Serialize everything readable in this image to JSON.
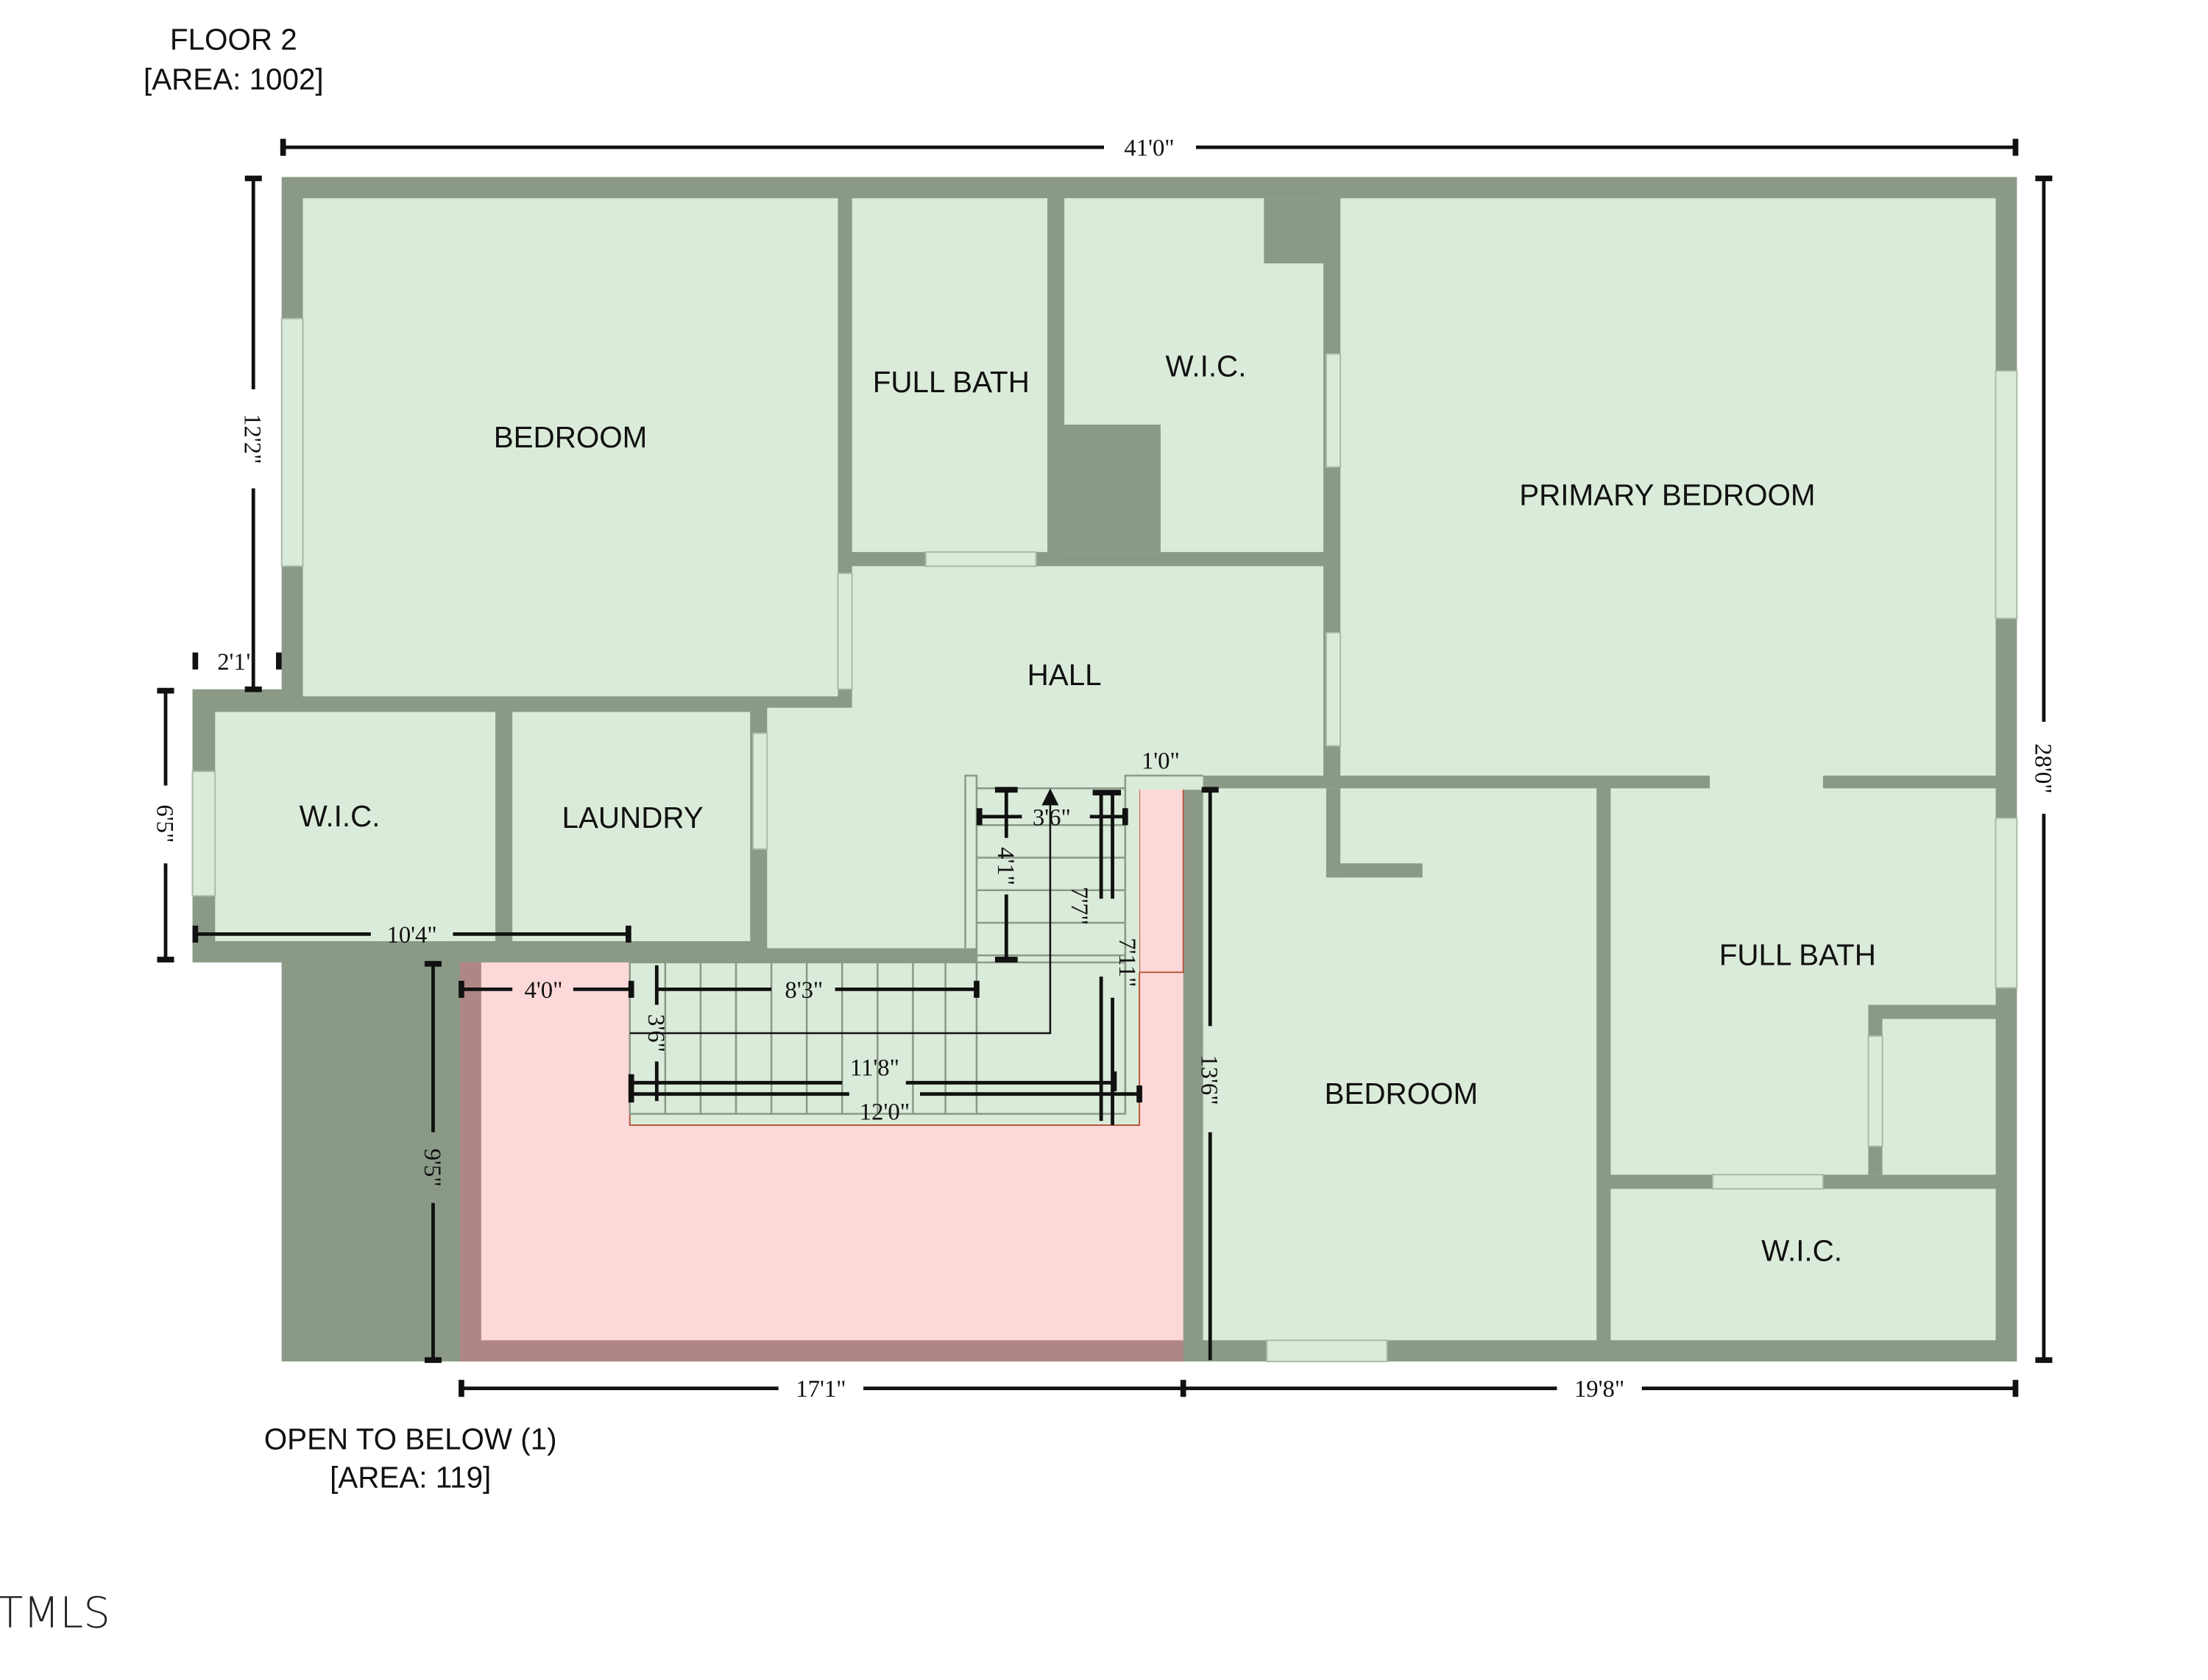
{
  "header": {
    "floor": "FLOOR 2",
    "area": "[AREA: 1002]"
  },
  "footer": {
    "open_label": "OPEN TO BELOW (1)",
    "open_area": "[AREA: 119]"
  },
  "rooms": {
    "bedroom_1": "BEDROOM",
    "full_bath_1": "FULL BATH",
    "wic_1": "W.I.C.",
    "primary_bedroom": "PRIMARY BEDROOM",
    "hall": "HALL",
    "wic_2": "W.I.C.",
    "laundry": "LAUNDRY",
    "bedroom_2": "BEDROOM",
    "full_bath_2": "FULL BATH",
    "wic_3": "W.I.C."
  },
  "dimensions": {
    "top": "41'0\"",
    "right": "28'0\"",
    "left_upper": "12'2\"",
    "left_step": "2'1\"",
    "left_wing": "6'5\"",
    "wing_width": "10'4\"",
    "open_height": "9'5\"",
    "bottom_left": "17'1\"",
    "bottom_right": "19'8\"",
    "open_offset": "4'0\"",
    "stair_run": "8'3\"",
    "stair_width_a": "3'6\"",
    "stair_width_b": "3'6\"",
    "stair_upper": "4'1\"",
    "stair_total_a": "11'8\"",
    "stair_total_b": "12'0\"",
    "stair_vert_a": "7'7\"",
    "stair_vert_b": "7'11\"",
    "landing": "1'0\"",
    "bedroom_2_depth": "13'6\""
  },
  "watermark": "TMLS",
  "colors": {
    "wall": "#8a9a86",
    "floor": "#dbebd9",
    "open_below": "#fdd8d8",
    "open_border": "#b08585"
  }
}
